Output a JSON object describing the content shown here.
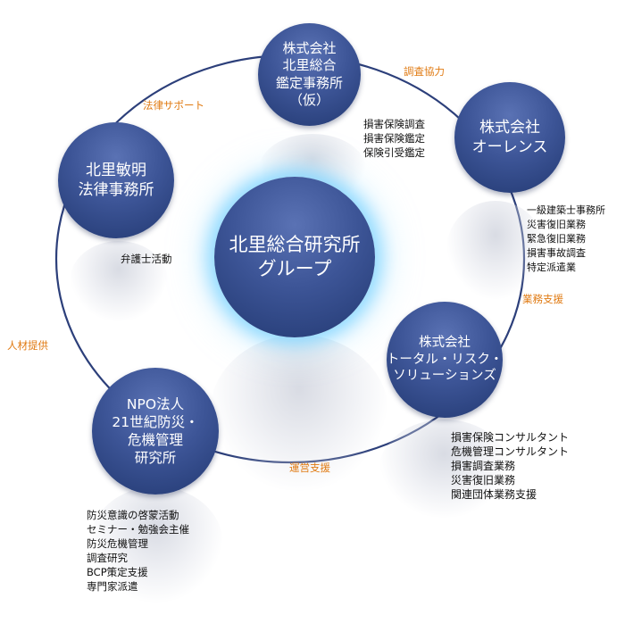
{
  "nodes": {
    "center": [
      "北里総合研究所",
      "グループ"
    ],
    "kanteisho": [
      "株式会社",
      "北里総合",
      "鑑定事務所",
      "（仮）"
    ],
    "orens": [
      "株式会社",
      "オーレンス"
    ],
    "total_risk": [
      "株式会社",
      "トータル・リスク・",
      "ソリューションズ"
    ],
    "npo": [
      "NPO法人",
      "21世紀防災・",
      "危機管理",
      "研究所"
    ],
    "law_office": [
      "北里敏明",
      "法律事務所"
    ]
  },
  "notes": {
    "kanteisho": [
      "損害保険調査",
      "損害保険鑑定",
      "保険引受鑑定"
    ],
    "orens": [
      "一級建築士事務所",
      "災害復旧業務",
      "緊急復旧業務",
      "損害事故調査",
      "特定派遣業"
    ],
    "total_risk": [
      "損害保険コンサルタント",
      "危機管理コンサルタント",
      "損害調査業務",
      "災害復旧業務",
      "関連団体業務支援"
    ],
    "npo": [
      "防災意識の啓蒙活動",
      "セミナー・勉強会主催",
      "防災危機管理",
      "調査研究",
      "BCP策定支援",
      "専門家派遣"
    ],
    "law_office": [
      "弁護士活動"
    ]
  },
  "links": {
    "law_support": "法律サポート",
    "survey_cooperation": "調査協力",
    "business_support": "業務支援",
    "operation_support": "運営支援",
    "staffing": "人材提供"
  },
  "colors": {
    "node_fill": "#3d5597",
    "link_label": "#e07a12",
    "ring": "#2c3f7a",
    "center_glow": "#9fe0ff"
  }
}
